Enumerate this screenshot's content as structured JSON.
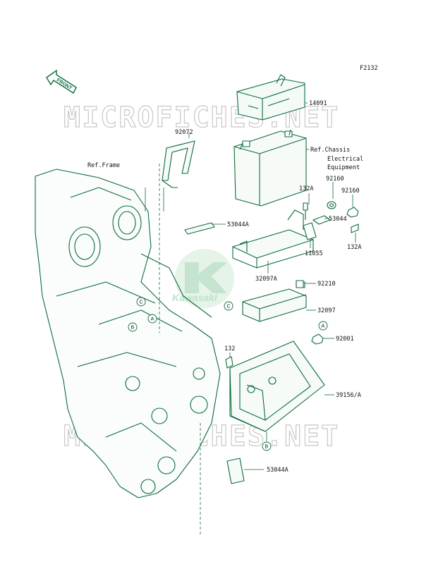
{
  "figure_code": "F2132",
  "front_badge": "FRONT",
  "watermark_text": "MICROFICHES.NET",
  "brand_logo": "Kawasaki",
  "ink_color": "#0c6b3a",
  "labels": {
    "p14091": "14091",
    "p92072": "92072",
    "ref_chassis_1": "Ref.Chassis",
    "ref_chassis_2": "Electrical",
    "ref_chassis_3": "Equipment",
    "ref_frame": "Ref.Frame",
    "p132A_top": "132A",
    "p92160_a": "92160",
    "p92160_b": "92160",
    "p53044": "53044",
    "p53044A_top": "53044A",
    "p132A_right": "132A",
    "p11055": "11055",
    "p32097A": "32097A",
    "p92210": "92210",
    "p32097": "32097",
    "p92001": "92001",
    "p132": "132",
    "p39156A": "39156/A",
    "p53044A_bottom": "53044A"
  },
  "callouts": {
    "a1": "A",
    "a2": "A",
    "b1": "B",
    "b2": "B",
    "c1": "C",
    "c2": "C"
  }
}
